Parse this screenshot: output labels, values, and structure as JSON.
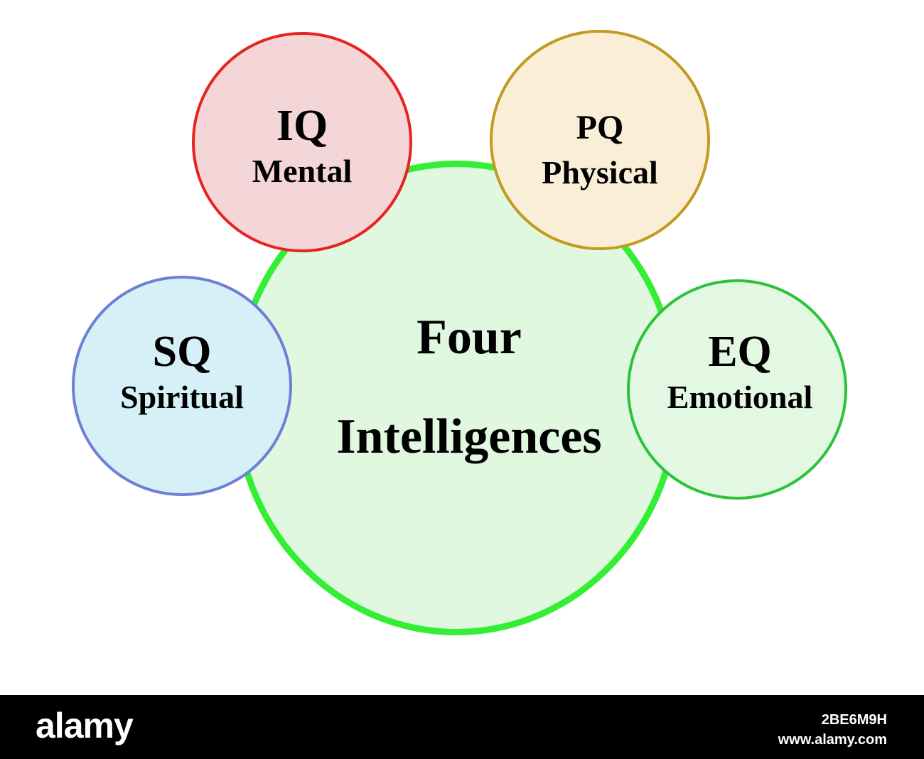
{
  "center": {
    "line1": "Four",
    "line2": "Intelligences",
    "border_color": "#33ee33",
    "fill_color": "#e0f7e0"
  },
  "nodes": [
    {
      "abbr": "IQ",
      "label": "Mental",
      "border_color": "#e52420",
      "fill_color": "#f5d6d8"
    },
    {
      "abbr": "PQ",
      "label": "Physical",
      "border_color": "#c29a1e",
      "fill_color": "#fbeed6"
    },
    {
      "abbr": "SQ",
      "label": "Spiritual",
      "border_color": "#6f7fd6",
      "fill_color": "#d6f0f8"
    },
    {
      "abbr": "EQ",
      "label": "Emotional",
      "border_color": "#2cc23a",
      "fill_color": "#e3f8e3"
    }
  ],
  "watermark": {
    "brand": "alamy",
    "image_id": "2BE6M9H",
    "site": "www.alamy.com"
  }
}
